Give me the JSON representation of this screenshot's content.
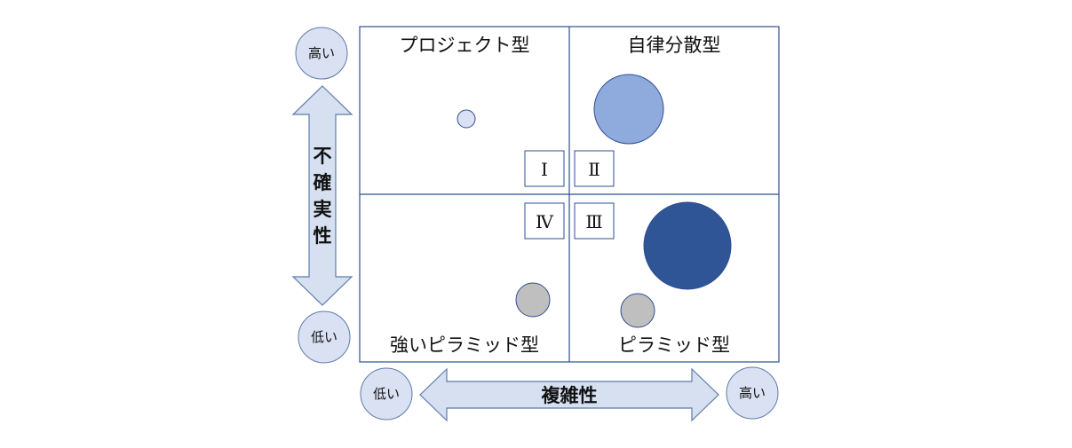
{
  "quadrants": {
    "top_left": "プロジェクト型",
    "top_right": "自律分散型",
    "bottom_left": "強いピラミッド型",
    "bottom_right": "ピラミッド型"
  },
  "numerals": {
    "q1": "Ⅰ",
    "q2": "Ⅱ",
    "q3": "Ⅲ",
    "q4": "Ⅳ"
  },
  "vertical_axis": {
    "label_chars": [
      "不",
      "確",
      "実",
      "性"
    ],
    "high": "高い",
    "low": "低い"
  },
  "horizontal_axis": {
    "label": "複雑性",
    "high": "高い",
    "low": "低い"
  },
  "colors": {
    "arrow_fill": "#d6e0f0",
    "arrow_stroke": "#5e7baa",
    "grid_stroke": "#2f4f8f",
    "bubble_light": "#8faadc",
    "bubble_dark": "#2f5597",
    "bubble_gray": "#bfbfbf",
    "bubble_pale": "#d9e1f2"
  }
}
